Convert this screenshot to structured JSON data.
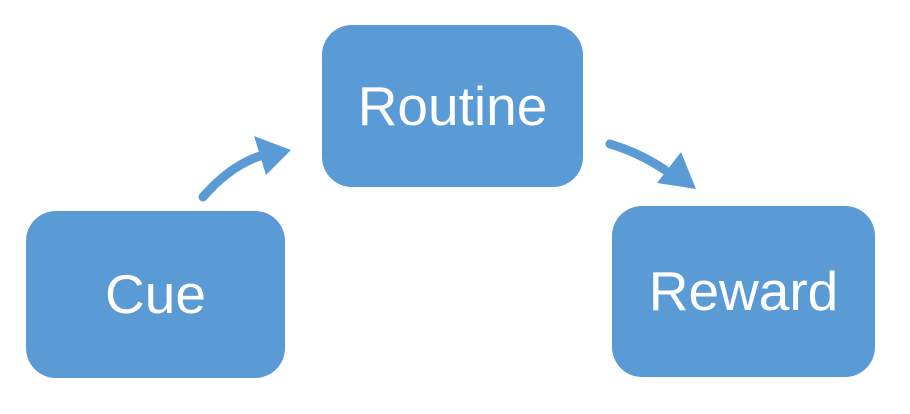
{
  "diagram": {
    "type": "flow",
    "description": "Habit loop diagram with three rounded-rectangle nodes connected by curved arrows",
    "nodes": [
      {
        "id": "cue",
        "label": "Cue"
      },
      {
        "id": "routine",
        "label": "Routine"
      },
      {
        "id": "reward",
        "label": "Reward"
      }
    ],
    "edges": [
      {
        "from": "cue",
        "to": "routine",
        "direction": "up-right"
      },
      {
        "from": "routine",
        "to": "reward",
        "direction": "down-right"
      }
    ],
    "colors": {
      "node_fill": "#5b9bd5",
      "node_text": "#ffffff",
      "arrow": "#5b9bd5",
      "background": "#ffffff"
    }
  }
}
